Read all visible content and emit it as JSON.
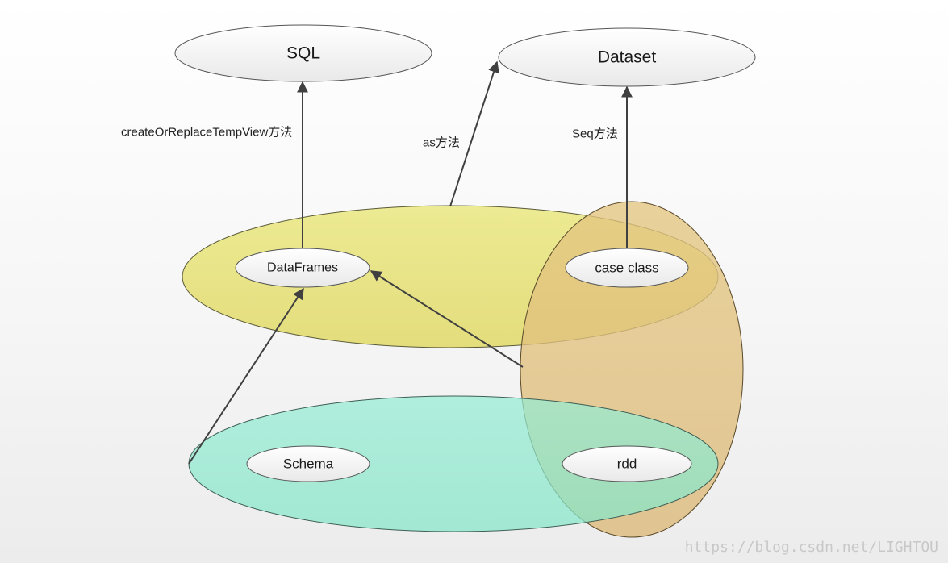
{
  "nodes": {
    "sql": "SQL",
    "dataset": "Dataset",
    "dataframes": "DataFrames",
    "case_class": "case class",
    "schema": "Schema",
    "rdd": "rdd"
  },
  "edges": {
    "create_temp_view": "createOrReplaceTempView方法",
    "as_method": "as方法",
    "seq_method": "Seq方法"
  },
  "watermark": "https://blog.csdn.net/LIGHTOU",
  "colors": {
    "yellow_region": "#e6e27a",
    "orange_region": "#dfc07e",
    "teal_region": "#8ae8cc",
    "node_fill": "#f4f4f4",
    "arrow": "#404040"
  }
}
